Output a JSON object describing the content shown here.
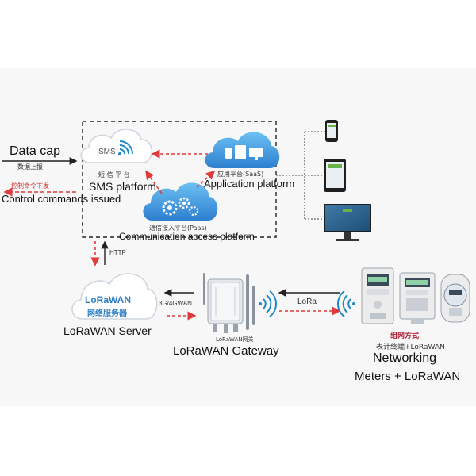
{
  "left_labels": {
    "data_cap": "Data cap",
    "data_upload_zh": "数据上报",
    "control_zh": "控制命令下发",
    "control_en": "Control commands issued"
  },
  "sms": {
    "cloud_text": "SMS",
    "zh": "短 信 平 台",
    "en": "SMS platform"
  },
  "application": {
    "zh": "应用平台(SaaS)",
    "en": "Application platform"
  },
  "communication": {
    "zh": "通信接入平台(Paas)",
    "en": "Communication access platform"
  },
  "http_label": "HTTP",
  "server": {
    "title": "LoRaWAN",
    "zh": "网络服务器",
    "en": "LoRaWAN Server"
  },
  "link_3g4g": "3G/4GWAN",
  "gateway": {
    "zh": "LoRaWAN网关",
    "en": "LoRaWAN Gateway"
  },
  "lora_label": "LoRa",
  "networking": {
    "zh_title": "组网方式",
    "zh_sub": "表计终端+LoRaWAN",
    "en_title": "Networking",
    "en_sub": "Meters + LoRaWAN"
  },
  "colors": {
    "cloud_blue": "#3b8fd4",
    "red_arrow": "#e03a3a",
    "server_text": "#2f7fc4",
    "networking_zh": "#b2263a"
  },
  "icons": [
    "wifi-signal-icon",
    "gear-icon",
    "mobile-phone-icon",
    "tablet-icon",
    "monitor-icon",
    "gateway-device-icon",
    "electricity-meter-icon",
    "radio-wave-icon"
  ]
}
